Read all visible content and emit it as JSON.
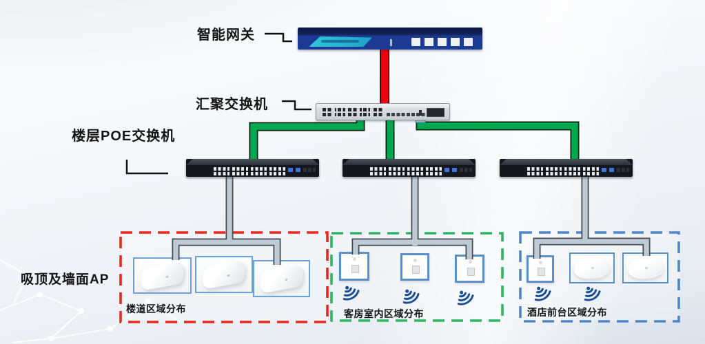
{
  "diagram": {
    "labels": {
      "gateway": "智能网关",
      "aggregation_switch": "汇聚交换机",
      "floor_poe_switch": "楼层POE交换机",
      "ap_caption": "吸顶及墙面AP"
    },
    "zones": [
      {
        "label": "楼道区域分布",
        "border_color": "#e8281e",
        "ap_style": "ceiling-panel",
        "ap_count": 3,
        "wifi_icon_count": 0
      },
      {
        "label": "客房室内区域分布",
        "border_color": "#2fb565",
        "ap_style": "wall-plate",
        "ap_count": 3,
        "wifi_icon_count": 3
      },
      {
        "label": "酒店前台区域分布",
        "border_color": "#4e86c6",
        "ap_style": "wall-plate-and-ceiling-dome",
        "ap_count": 3,
        "wifi_icon_count": 2
      }
    ],
    "cables": {
      "gateway_to_aggregation_color": "#e8000f",
      "aggregation_to_poe_color": "#00a94f",
      "poe_to_ap_color": "#becbd6"
    },
    "device_counts": {
      "gateway": 1,
      "aggregation_switch": 1,
      "poe_switch": 3,
      "access_point": 9
    }
  }
}
